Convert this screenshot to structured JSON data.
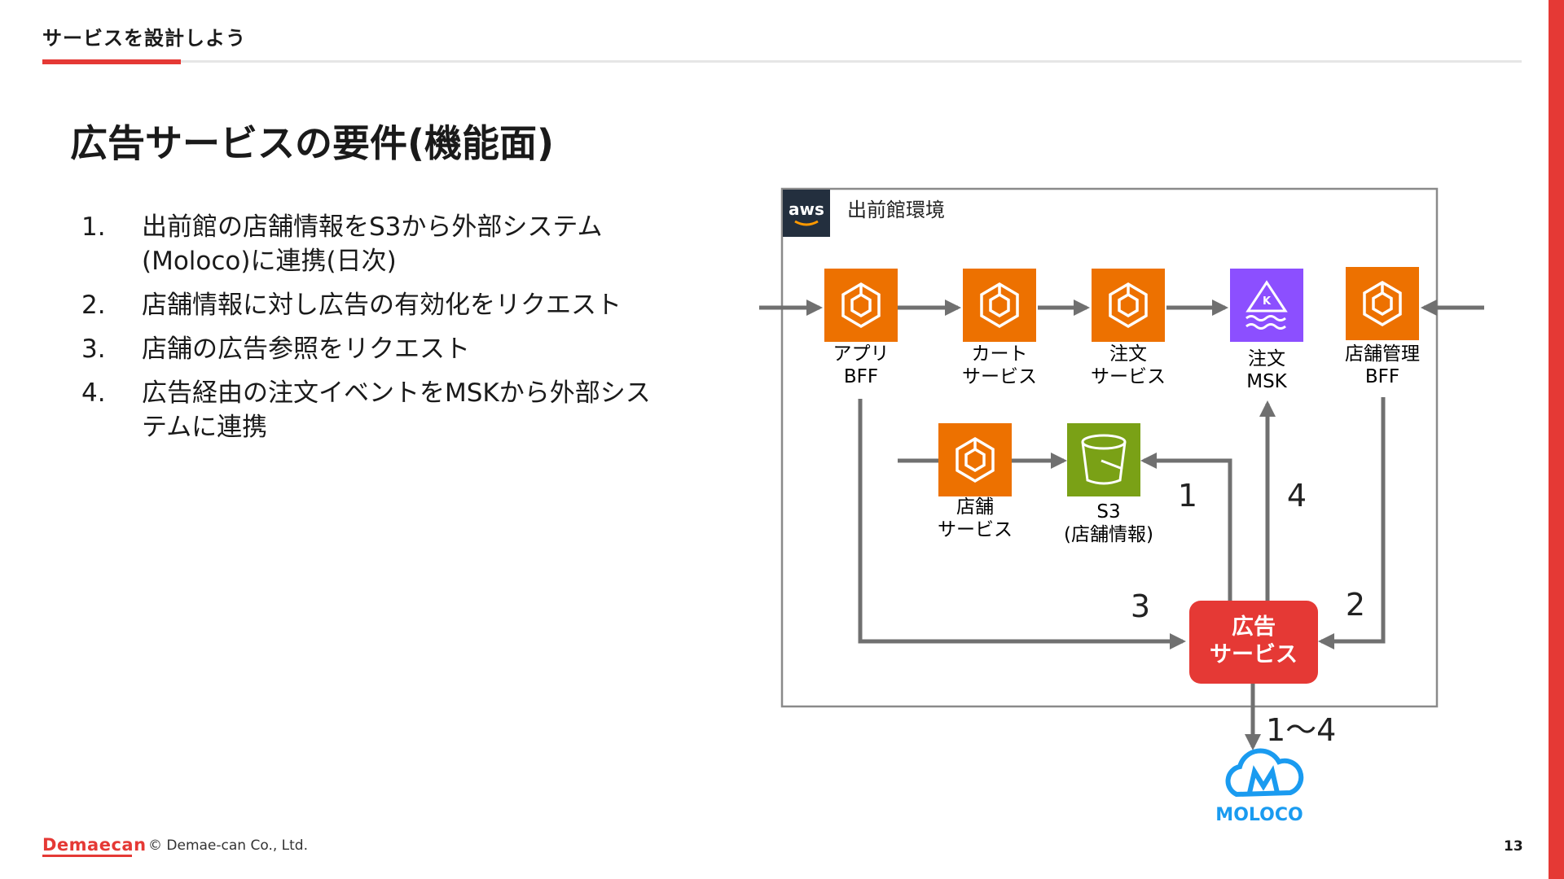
{
  "header": {
    "section_title": "サービスを設計しよう"
  },
  "slide": {
    "title": "広告サービスの要件(機能面)"
  },
  "requirements": [
    {
      "num": "1.",
      "text": "出前館の店舗情報をS3から外部システム(Moloco)に連携(日次)"
    },
    {
      "num": "2.",
      "text": "店舗情報に対し広告の有効化をリクエスト"
    },
    {
      "num": "3.",
      "text": "店舗の広告参照をリクエスト"
    },
    {
      "num": "4.",
      "text": "広告経由の注文イベントをMSKから外部システムに連携"
    }
  ],
  "diagram": {
    "aws_badge": "aws",
    "environment_label": "出前館環境",
    "nodes": {
      "app_bff": {
        "line1": "アプリ",
        "line2": "BFF"
      },
      "cart": {
        "line1": "カート",
        "line2": "サービス"
      },
      "order": {
        "line1": "注文",
        "line2": "サービス"
      },
      "msk": {
        "line1": "注文",
        "line2": "MSK",
        "badge": "K"
      },
      "store_bff": {
        "line1": "店舗管理",
        "line2": "BFF"
      },
      "store_svc": {
        "line1": "店舗",
        "line2": "サービス"
      },
      "s3": {
        "line1": "S3",
        "line2": "(店舗情報)"
      },
      "ad_svc": {
        "line1": "広告",
        "line2": "サービス"
      },
      "moloco": {
        "label": "MOLOCO"
      }
    },
    "flow_labels": {
      "one": "1",
      "two": "2",
      "three": "3",
      "four": "4",
      "range": "1～4"
    },
    "colors": {
      "compute": "#ed7100",
      "msk": "#8c4fff",
      "s3": "#7aa116",
      "ad": "#e53935",
      "arrow": "#707070",
      "moloco": "#1a9bf0"
    }
  },
  "footer": {
    "logo": "Demaecan",
    "copyright": "© Demae-can Co., Ltd.",
    "page": "13"
  }
}
